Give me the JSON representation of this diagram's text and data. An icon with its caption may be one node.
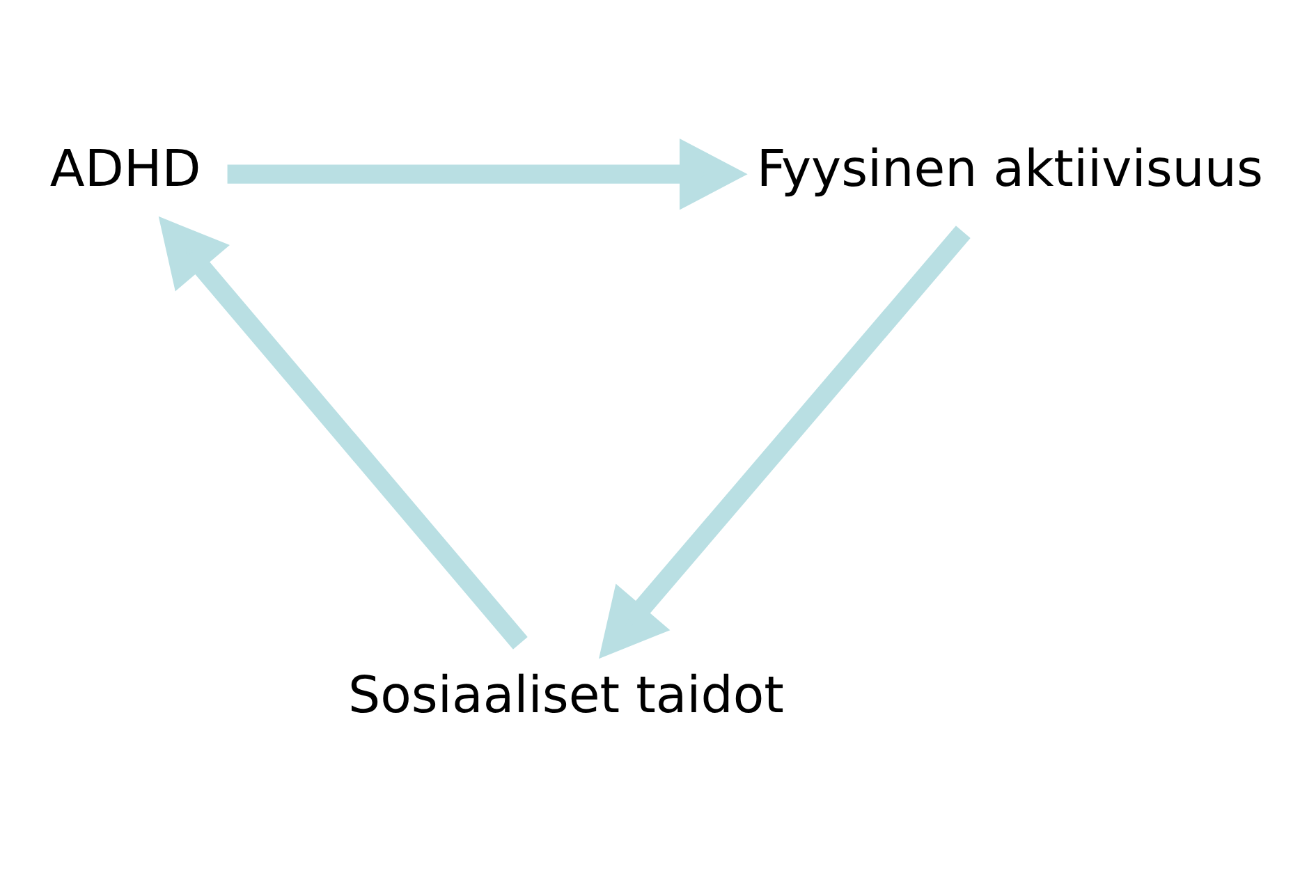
{
  "diagram": {
    "nodes": [
      {
        "text": [
          "ADHD"
        ]
      },
      {
        "text": [
          "Fyysinen aktiivisuus"
        ]
      },
      {
        "text": [
          "Sosiaaliset taidot"
        ]
      }
    ],
    "edges": [
      {
        "from": 0,
        "to": 1,
        "arrow": "to"
      },
      {
        "from": 1,
        "to": 2,
        "arrow": "to"
      },
      {
        "from": 2,
        "to": 0,
        "arrow": "to"
      }
    ]
  }
}
